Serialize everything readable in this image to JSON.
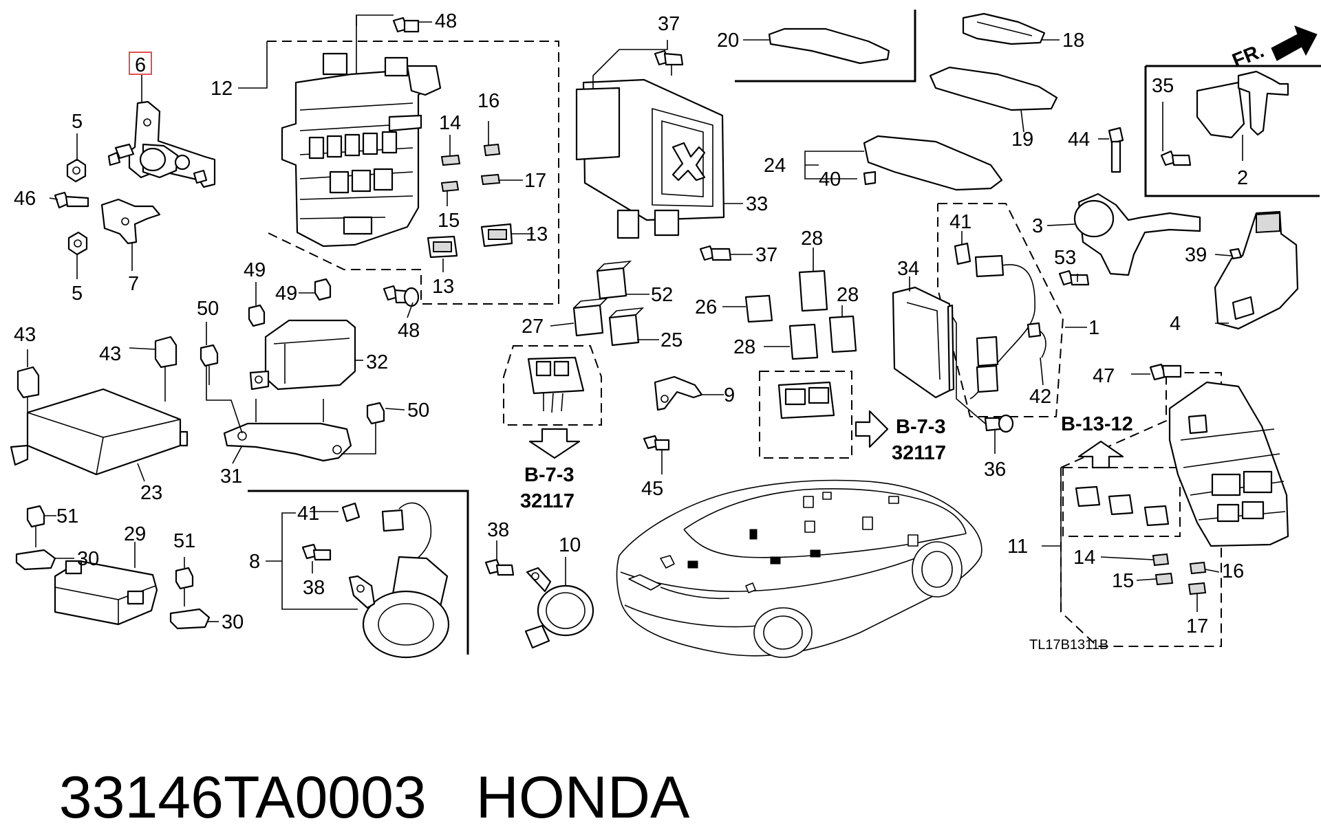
{
  "footer": {
    "part_number": "33146TA0003",
    "brand": "HONDA"
  },
  "diagram": {
    "code": "TL17B1311B",
    "front_arrow": "FR.",
    "references": {
      "ref_a_section": "B-7-3",
      "ref_a_group": "32117",
      "ref_b_section": "B-7-3",
      "ref_b_group": "32117",
      "ref_c_section": "B-13-12"
    },
    "callouts": {
      "c6": "6",
      "c5a": "5",
      "c5b": "5",
      "c46": "46",
      "c7": "7",
      "c12": "12",
      "c48a": "48",
      "c48b": "48",
      "c14a": "14",
      "c16a": "16",
      "c17a": "17",
      "c15a": "15",
      "c13a": "13",
      "c13b": "13",
      "c37a": "37",
      "c37b": "37",
      "c33": "33",
      "c20": "20",
      "c18": "18",
      "c19": "19",
      "c24": "24",
      "c40": "40",
      "c35": "35",
      "c2": "2",
      "c44": "44",
      "c3": "3",
      "c53": "53",
      "c39": "39",
      "c4": "4",
      "c41a": "41",
      "c1": "1",
      "c42": "42",
      "c34": "34",
      "c36": "36",
      "c47": "47",
      "c49a": "49",
      "c49b": "49",
      "c50a": "50",
      "c50b": "50",
      "c32": "32",
      "c31": "31",
      "c43a": "43",
      "c43b": "43",
      "c23": "23",
      "c52": "52",
      "c27": "27",
      "c25": "25",
      "c26": "26",
      "c28a": "28",
      "c28b": "28",
      "c28c": "28",
      "c9": "9",
      "c45": "45",
      "c51a": "51",
      "c51b": "51",
      "c30a": "30",
      "c30b": "30",
      "c29": "29",
      "c41b": "41",
      "c8": "8",
      "c38a": "38",
      "c38b": "38",
      "c10": "10",
      "c11": "11",
      "c14b": "14",
      "c15b": "15",
      "c16b": "16",
      "c17b": "17"
    }
  }
}
